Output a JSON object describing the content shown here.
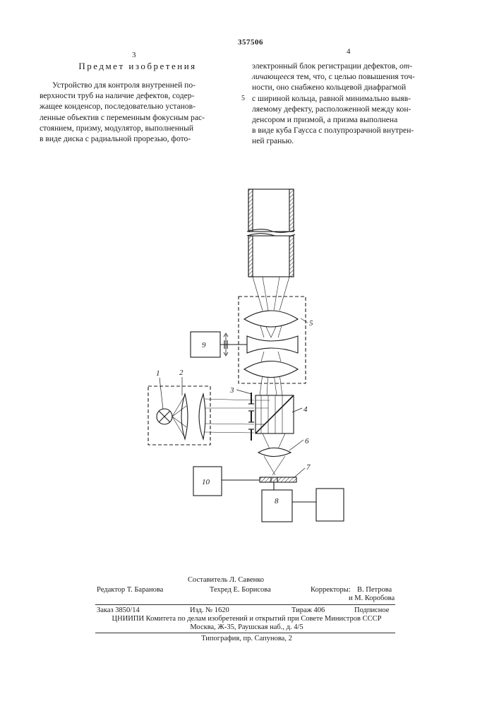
{
  "header": {
    "patent_number": "357506",
    "left_col_number": "3",
    "right_col_number": "4",
    "section_title": "Предмет изобретения",
    "line_marker": "5"
  },
  "claim": {
    "left_lines": [
      "Устройство для контроля внутренней по-",
      "верхности труб на наличие дефектов, содер-",
      "жащее конденсор, последовательно установ-",
      "ленные объектив с переменным фокусным рас-",
      "стоянием, призму, модулятор, выполненный",
      "в виде диска с радиальной прорезью, фото-"
    ],
    "right_line1_prefix": "электронный блок регистрации дефектов, ",
    "right_line1_italic": "от-",
    "right_line2_italic": "личающееся",
    "right_line2_suffix": " тем, что, с целью повышения точ-",
    "right_lines_rest": [
      "ности, оно снабжено кольцевой диафрагмой",
      "с шириной кольца, равной минимально выяв-",
      "ляемому дефекту, расположенной между кон-",
      "денсором и призмой, а призма выполнена",
      "в виде куба Гаусса с полупрозрачной внутрен-",
      "ней гранью."
    ]
  },
  "figure": {
    "labels": {
      "n1": "1",
      "n2": "2",
      "n3": "3",
      "n4": "4",
      "n5": "5",
      "n6": "6",
      "n7": "7",
      "n8": "8",
      "n9": "9",
      "n10": "10"
    }
  },
  "footer": {
    "compiler": "Составитель Л. Савенко",
    "editor": "Редактор Т. Баранова",
    "techred": "Техред Е. Борисова",
    "correctors_label": "Корректоры:",
    "corrector1": "В. Петрова",
    "corrector2": "и М. Коробова",
    "order": "Заказ 3850/14",
    "publication": "Изд. № 1620",
    "circulation": "Тираж 406",
    "subscription": "Подписное",
    "institute": "ЦНИИПИ Комитета по делам изобретений и открытий при Совете Министров СССР",
    "address": "Москва, Ж-35, Раушская наб., д. 4/5",
    "printing": "Типография, пр. Сапунова, 2"
  }
}
